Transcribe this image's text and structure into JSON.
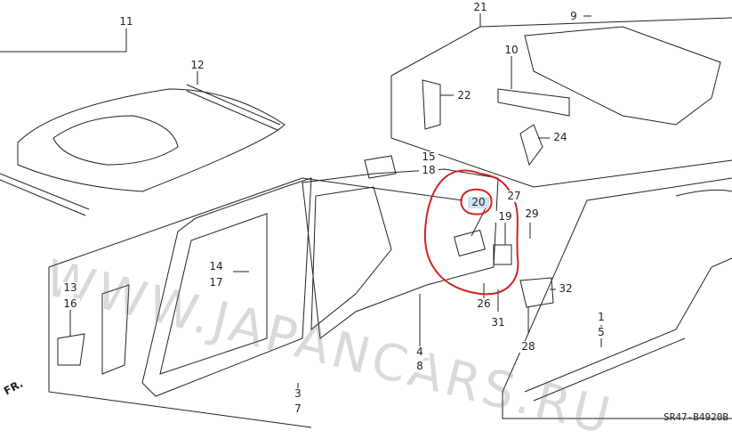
{
  "callouts": {
    "c11": "11",
    "c12": "12",
    "c21": "21",
    "c9": "9",
    "c10": "10",
    "c22": "22",
    "c24": "24",
    "c15": "15",
    "c18": "18",
    "c20": "20",
    "c27": "27",
    "c19": "19",
    "c29": "29",
    "c14": "14",
    "c17": "17",
    "c13": "13",
    "c16": "16",
    "c32": "32",
    "c26": "26",
    "c31": "31",
    "c28": "28",
    "c4": "4",
    "c8": "8",
    "c3": "3",
    "c7": "7",
    "c1": "1",
    "c5": "5"
  },
  "diagram_code": "SR47-B4920B",
  "front_label": "FR.",
  "watermark": "WWW.JAPANCARS.RU",
  "colors": {
    "line": "#222222",
    "highlight": "#cfe0ef",
    "annotation": "#d42020"
  }
}
